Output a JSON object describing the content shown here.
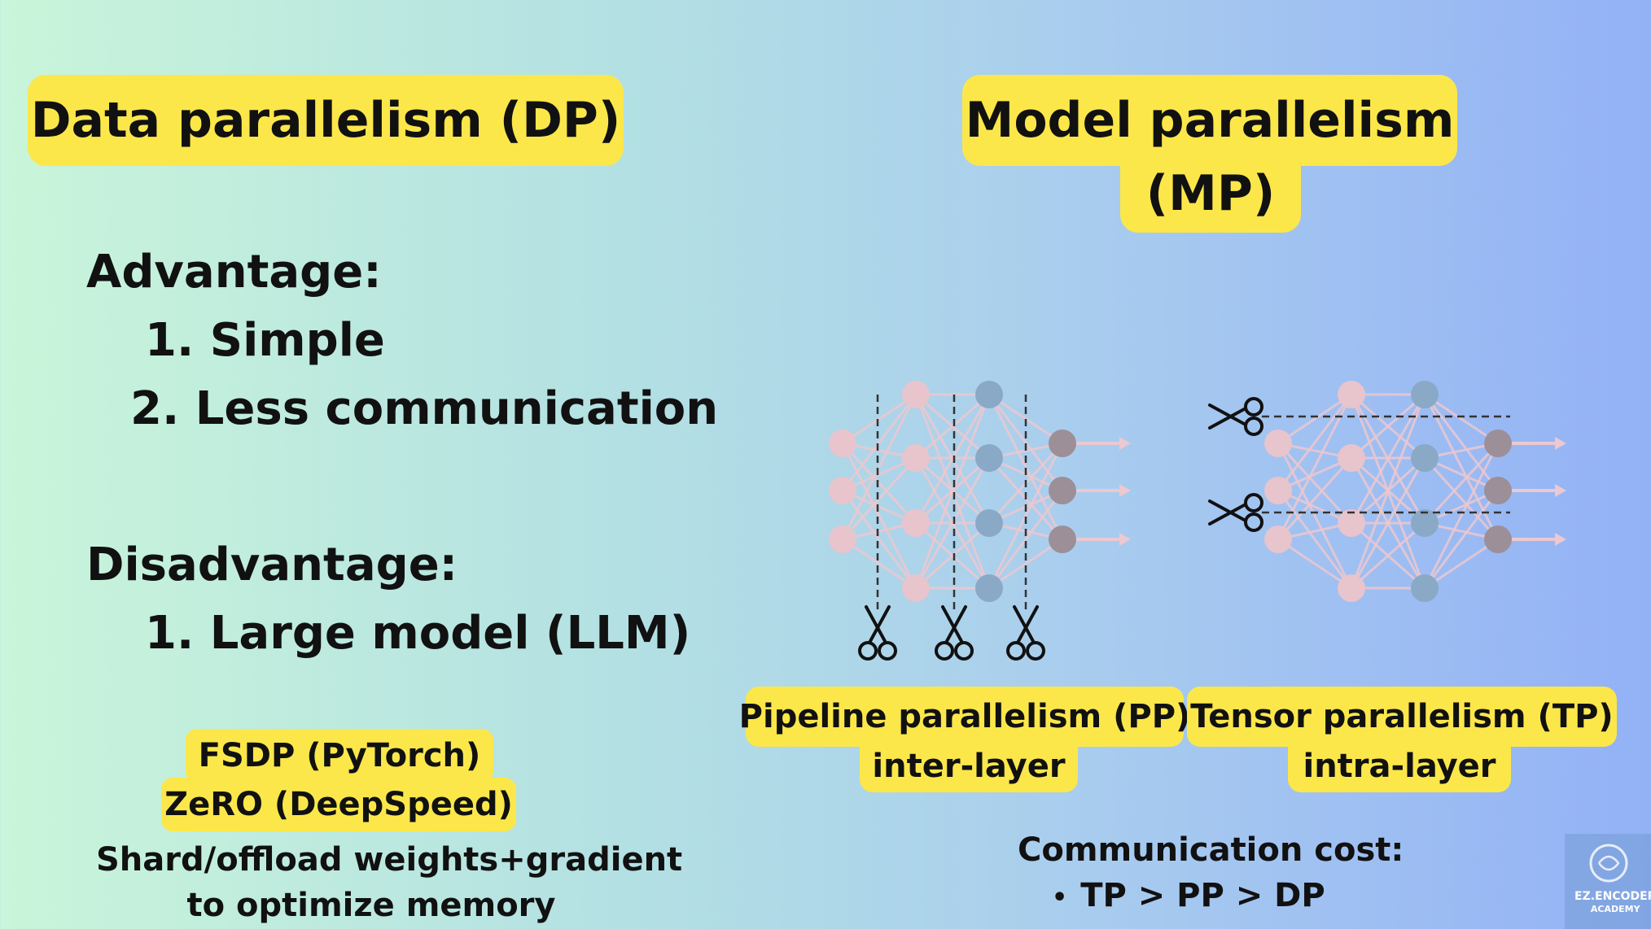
{
  "dp": {
    "title": "Data parallelism (DP)",
    "advantage_heading": "Advantage:",
    "advantages": [
      "1. Simple",
      "2. Less communication"
    ],
    "disadvantage_heading": "Disadvantage:",
    "disadvantages": [
      "1. Large model (LLM)"
    ],
    "tools": [
      "FSDP (PyTorch)",
      "ZeRO (DeepSpeed)"
    ],
    "note_lines": [
      "Shard/offload weights+gradient",
      "to optimize memory"
    ]
  },
  "mp": {
    "title_line1": "Model parallelism",
    "title_line2": "(MP)",
    "pp": {
      "label_line1": "Pipeline parallelism (PP)",
      "label_line2": "inter-layer"
    },
    "tp": {
      "label_line1": "Tensor parallelism (TP)",
      "label_line2": "intra-layer"
    },
    "comm_heading": "Communication cost:",
    "comm_item": "TP > PP > DP"
  },
  "logo": {
    "line1": "EZ.ENCODER",
    "line2": "ACADEMY"
  },
  "colors": {
    "highlight": "#fbe74a",
    "layer1": "#e8c4cc",
    "layer2": "#e8c4cc",
    "layer3": "#8aa9c6",
    "output": "#9c8f98",
    "edge": "#ecc8d0"
  },
  "icons": {
    "cut": "scissors-icon",
    "flow": "arrow-right-icon"
  }
}
